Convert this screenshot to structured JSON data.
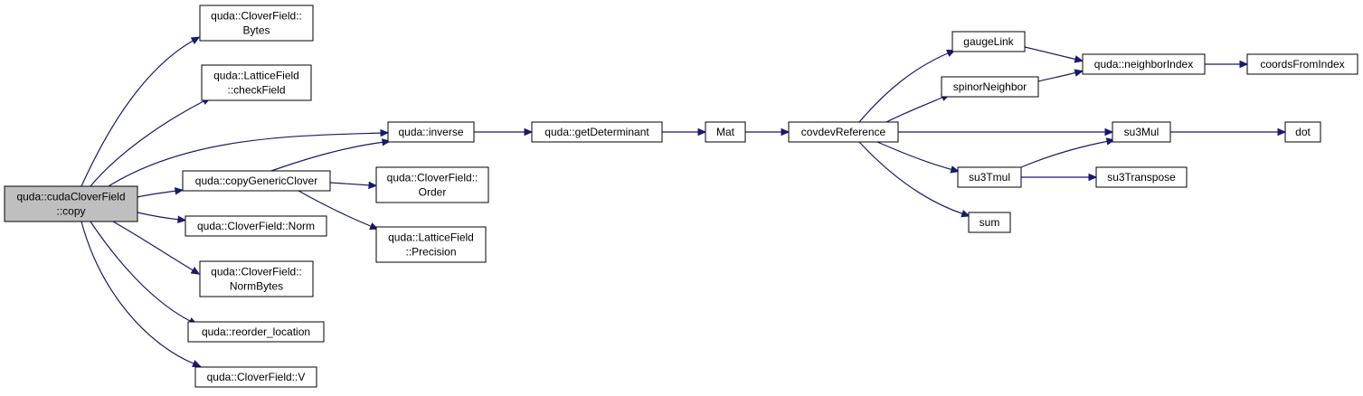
{
  "graph": {
    "colors": {
      "edge": "#191970",
      "node_border": "#000000",
      "root_fill": "#bfbfbf",
      "node_fill": "#ffffff"
    },
    "nodes": [
      {
        "id": "copy",
        "lines": [
          "quda::cudaCloverField",
          "::copy"
        ],
        "root": true
      },
      {
        "id": "bytes",
        "lines": [
          "quda::CloverField::",
          "Bytes"
        ]
      },
      {
        "id": "checkfield",
        "lines": [
          "quda::LatticeField",
          "::checkField"
        ]
      },
      {
        "id": "inverse",
        "lines": [
          "quda::inverse"
        ]
      },
      {
        "id": "copygeneric",
        "lines": [
          "quda::copyGenericClover"
        ]
      },
      {
        "id": "norm",
        "lines": [
          "quda::CloverField::Norm"
        ]
      },
      {
        "id": "normbytes",
        "lines": [
          "quda::CloverField::",
          "NormBytes"
        ]
      },
      {
        "id": "reorder",
        "lines": [
          "quda::reorder_location"
        ]
      },
      {
        "id": "v",
        "lines": [
          "quda::CloverField::V"
        ]
      },
      {
        "id": "order",
        "lines": [
          "quda::CloverField::",
          "Order"
        ]
      },
      {
        "id": "precision",
        "lines": [
          "quda::LatticeField",
          "::Precision"
        ]
      },
      {
        "id": "getdet",
        "lines": [
          "quda::getDeterminant"
        ]
      },
      {
        "id": "mat",
        "lines": [
          "Mat"
        ]
      },
      {
        "id": "covdev",
        "lines": [
          "covdevReference"
        ]
      },
      {
        "id": "gaugelink",
        "lines": [
          "gaugeLink"
        ]
      },
      {
        "id": "spinorneighbor",
        "lines": [
          "spinorNeighbor"
        ]
      },
      {
        "id": "neighborindex",
        "lines": [
          "quda::neighborIndex"
        ]
      },
      {
        "id": "coordsfromindex",
        "lines": [
          "coordsFromIndex"
        ]
      },
      {
        "id": "su3mul",
        "lines": [
          "su3Mul"
        ]
      },
      {
        "id": "su3tmul",
        "lines": [
          "su3Tmul"
        ]
      },
      {
        "id": "su3transpose",
        "lines": [
          "su3Transpose"
        ]
      },
      {
        "id": "sum",
        "lines": [
          "sum"
        ]
      },
      {
        "id": "dot",
        "lines": [
          "dot"
        ]
      }
    ],
    "edges": [
      [
        "copy",
        "bytes"
      ],
      [
        "copy",
        "checkfield"
      ],
      [
        "copy",
        "inverse"
      ],
      [
        "copy",
        "copygeneric"
      ],
      [
        "copy",
        "norm"
      ],
      [
        "copy",
        "normbytes"
      ],
      [
        "copy",
        "reorder"
      ],
      [
        "copy",
        "v"
      ],
      [
        "copygeneric",
        "inverse"
      ],
      [
        "copygeneric",
        "order"
      ],
      [
        "copygeneric",
        "precision"
      ],
      [
        "inverse",
        "getdet"
      ],
      [
        "getdet",
        "mat"
      ],
      [
        "mat",
        "covdev"
      ],
      [
        "covdev",
        "gaugelink"
      ],
      [
        "covdev",
        "spinorneighbor"
      ],
      [
        "covdev",
        "su3mul"
      ],
      [
        "covdev",
        "su3tmul"
      ],
      [
        "covdev",
        "sum"
      ],
      [
        "gaugelink",
        "neighborindex"
      ],
      [
        "spinorneighbor",
        "neighborindex"
      ],
      [
        "neighborindex",
        "coordsfromindex"
      ],
      [
        "su3mul",
        "dot"
      ],
      [
        "su3tmul",
        "su3mul"
      ],
      [
        "su3tmul",
        "su3transpose"
      ]
    ]
  }
}
